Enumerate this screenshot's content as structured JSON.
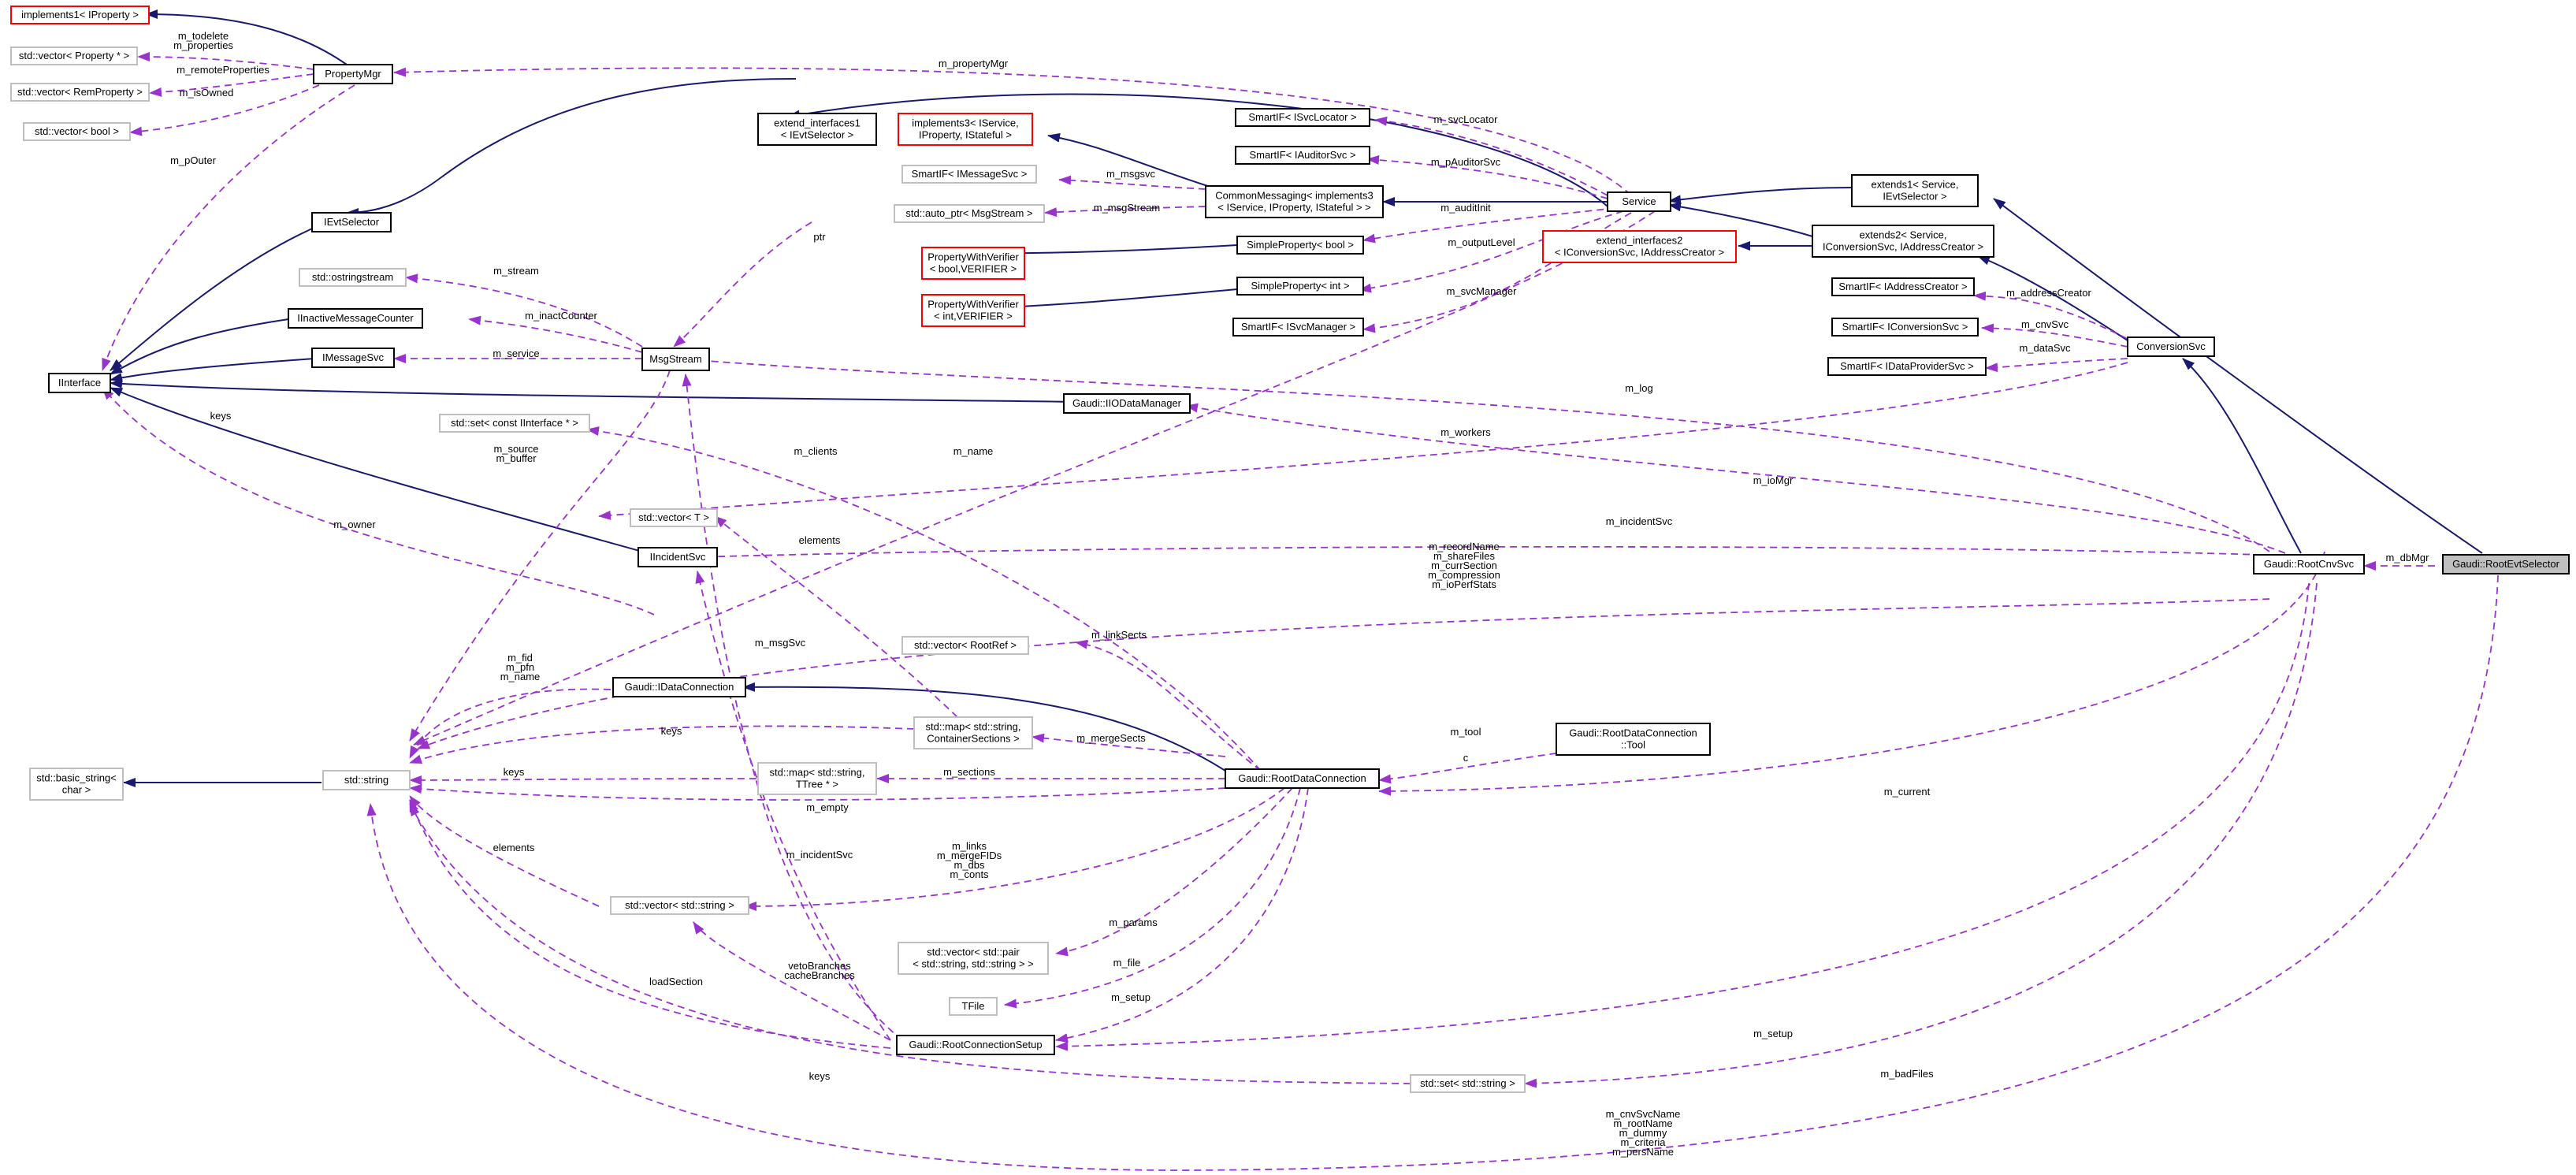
{
  "nodes": {
    "implements1": [
      "implements1< IProperty >"
    ],
    "vecProp": [
      "std::vector< Property * >"
    ],
    "vecRemProp": [
      "std::vector< RemProperty >"
    ],
    "vecBool": [
      "std::vector< bool >"
    ],
    "propertyMgr": [
      "PropertyMgr"
    ],
    "extIf1": [
      "extend_interfaces1",
      "< IEvtSelector >"
    ],
    "iEvtSelector": [
      "IEvtSelector"
    ],
    "ostringstream": [
      "std::ostringstream"
    ],
    "iInactive": [
      "IInactiveMessageCounter"
    ],
    "iMessageSvc": [
      "IMessageSvc"
    ],
    "iInterface": [
      "IInterface"
    ],
    "msgStream": [
      "MsgStream"
    ],
    "impl3": [
      "implements3< IService,",
      "IProperty, IStateful >"
    ],
    "siMsgSvc": [
      "SmartIF< IMessageSvc >"
    ],
    "autoPtr": [
      "std::auto_ptr< MsgStream >"
    ],
    "pwvBool": [
      "PropertyWithVerifier",
      "< bool,VERIFIER >"
    ],
    "pwvInt": [
      "PropertyWithVerifier",
      "< int,VERIFIER >"
    ],
    "commonMsg": [
      "CommonMessaging< implements3",
      "< IService, IProperty, IStateful > >"
    ],
    "siSvcLoc": [
      "SmartIF< ISvcLocator >"
    ],
    "siAudSvc": [
      "SmartIF< IAuditorSvc >"
    ],
    "spBool": [
      "SimpleProperty< bool >"
    ],
    "spInt": [
      "SimpleProperty< int >"
    ],
    "siSvcMgr": [
      "SmartIF< ISvcManager >"
    ],
    "service": [
      "Service"
    ],
    "extIf2": [
      "extend_interfaces2",
      "< IConversionSvc, IAddressCreator >"
    ],
    "extends1": [
      "extends1< Service,",
      "IEvtSelector >"
    ],
    "extends2": [
      "extends2< Service,",
      "IConversionSvc, IAddressCreator >"
    ],
    "siAddr": [
      "SmartIF< IAddressCreator >"
    ],
    "siConv": [
      "SmartIF< IConversionSvc >"
    ],
    "siDP": [
      "SmartIF< IDataProviderSvc >"
    ],
    "conversionSvc": [
      "ConversionSvc"
    ],
    "ioDataMgr": [
      "Gaudi::IIODataManager"
    ],
    "setIf": [
      "std::set< const IInterface * >"
    ],
    "vecT": [
      "std::vector< T >"
    ],
    "iIncidentSvc": [
      "IIncidentSvc"
    ],
    "vecRootRef": [
      "std::vector< RootRef >"
    ],
    "iDataConn": [
      "Gaudi::IDataConnection"
    ],
    "mapCont": [
      "std::map< std::string,",
      "ContainerSections >"
    ],
    "mapTTree": [
      "std::map< std::string,",
      "TTree * >"
    ],
    "basicString": [
      "std::basic_string<",
      "char >"
    ],
    "stdString": [
      "std::string"
    ],
    "rootDataConn": [
      "Gaudi::RootDataConnection"
    ],
    "tool": [
      "Gaudi::RootDataConnection",
      "::Tool"
    ],
    "vecString": [
      "std::vector< std::string >"
    ],
    "vecPair": [
      "std::vector< std::pair",
      "< std::string, std::string > >"
    ],
    "tFile": [
      "TFile"
    ],
    "connSetup": [
      "Gaudi::RootConnectionSetup"
    ],
    "setString": [
      "std::set< std::string >"
    ],
    "rootCnvSvc": [
      "Gaudi::RootCnvSvc"
    ],
    "rootEvtSel": [
      "Gaudi::RootEvtSelector"
    ]
  },
  "labels": {
    "todelete": [
      "m_todelete",
      "m_properties"
    ],
    "remoteProps": [
      "m_remoteProperties"
    ],
    "isOwned": [
      "m_isOwned"
    ],
    "pOuter": [
      "m_pOuter"
    ],
    "propertyMgrEdge": [
      "m_propertyMgr"
    ],
    "stream": [
      "m_stream"
    ],
    "inactCounter": [
      "m_inactCounter"
    ],
    "serviceEdge": [
      "m_service"
    ],
    "ptr": [
      "ptr"
    ],
    "msgsvc": [
      "m_msgsvc"
    ],
    "msgStreamEdge": [
      "m_msgStream"
    ],
    "svcLocator": [
      "m_svcLocator"
    ],
    "pAuditorSvc": [
      "m_pAuditorSvc"
    ],
    "auditInit": [
      "m_auditInit"
    ],
    "outputLevel": [
      "m_outputLevel"
    ],
    "svcManager": [
      "m_svcManager"
    ],
    "addressCreator": [
      "m_addressCreator"
    ],
    "cnvSvc": [
      "m_cnvSvc"
    ],
    "dataSvc": [
      "m_dataSvc"
    ],
    "log": [
      "m_log"
    ],
    "keysSet": [
      "keys"
    ],
    "clients": [
      "m_clients"
    ],
    "name": [
      "m_name"
    ],
    "workers": [
      "m_workers"
    ],
    "ioMgr": [
      "m_ioMgr"
    ],
    "sourceBuffer": [
      "m_source",
      "m_buffer"
    ],
    "elementsT": [
      "elements"
    ],
    "incidentSvcTop": [
      "m_incidentSvc"
    ],
    "owner": [
      "m_owner"
    ],
    "recordName": [
      "m_recordName",
      "m_shareFiles",
      "m_currSection",
      "m_compression",
      "m_ioPerfStats"
    ],
    "dbMgr": [
      "m_dbMgr"
    ],
    "msgSvc": [
      "m_msgSvc"
    ],
    "linkSects": [
      "m_linkSects"
    ],
    "fidPfnName": [
      "m_fid",
      "m_pfn",
      "m_name"
    ],
    "keysMap": [
      "keys"
    ],
    "mergeSects": [
      "m_mergeSects"
    ],
    "toolEdge": [
      "m_tool"
    ],
    "c": [
      "c"
    ],
    "keysTTree": [
      "keys"
    ],
    "sections": [
      "m_sections"
    ],
    "empty": [
      "m_empty"
    ],
    "current": [
      "m_current"
    ],
    "elementsVec": [
      "elements"
    ],
    "incidentSvcBottom": [
      "m_incidentSvc"
    ],
    "links": [
      "m_links",
      "m_mergeFIDs",
      "m_dbs",
      "m_conts"
    ],
    "params": [
      "m_params"
    ],
    "vetoCache": [
      "vetoBranches",
      "cacheBranches"
    ],
    "loadSection": [
      "loadSection"
    ],
    "file": [
      "m_file"
    ],
    "setupA": [
      "m_setup"
    ],
    "setupB": [
      "m_setup"
    ],
    "keysSetStr": [
      "keys"
    ],
    "badFiles": [
      "m_badFiles"
    ],
    "cnvSvcName": [
      "m_cnvSvcName",
      "m_rootName",
      "m_dummy",
      "m_criteria",
      "m_persName"
    ]
  }
}
